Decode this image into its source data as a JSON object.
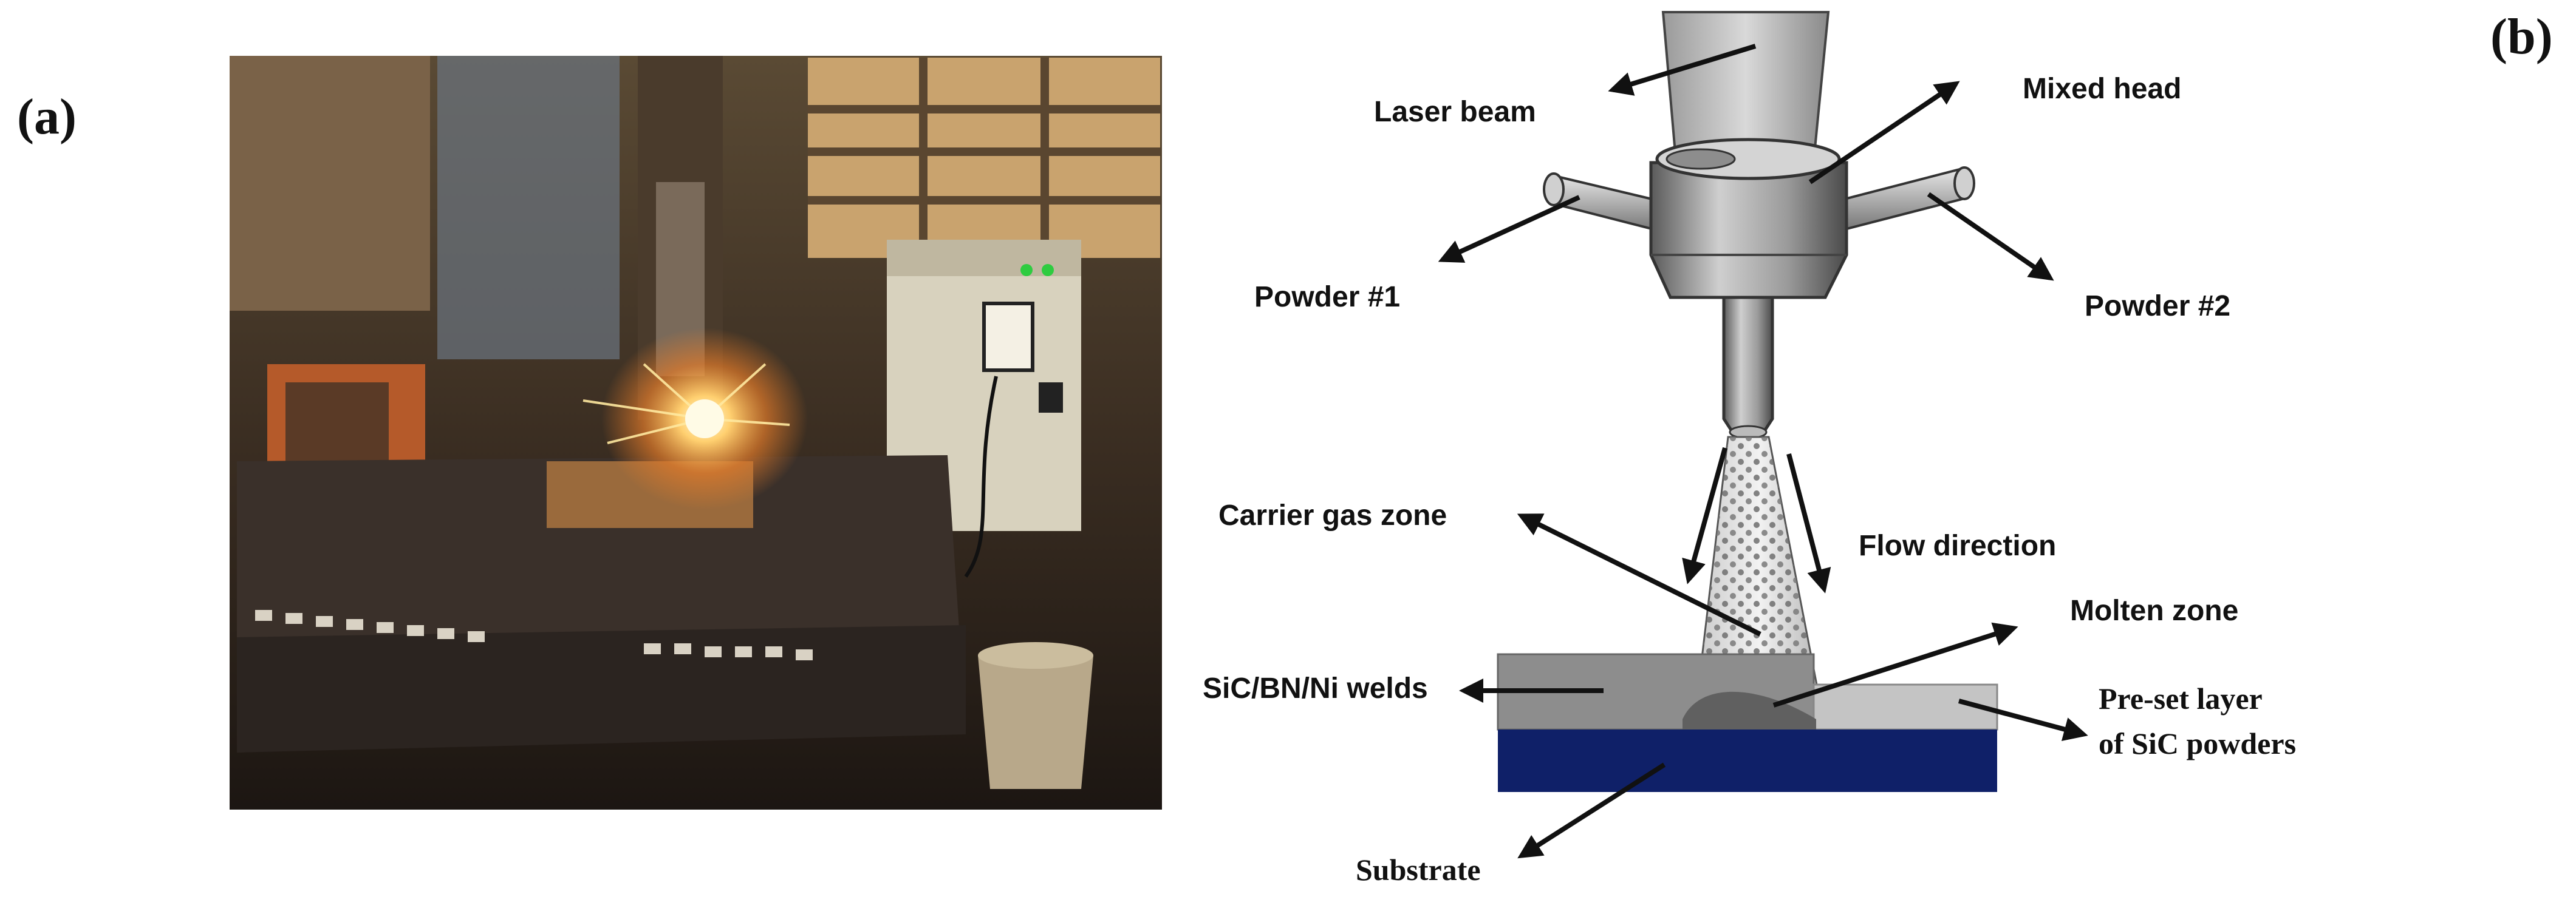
{
  "panels": {
    "a": {
      "label": "(a)"
    },
    "b": {
      "label": "(b)"
    }
  },
  "labels": {
    "laser_beam": "Laser beam",
    "mixed_head": "Mixed head",
    "powder_1": "Powder #1",
    "powder_2": "Powder #2",
    "carrier_gas_zone": "Carrier gas zone",
    "flow_direction": "Flow direction",
    "molten_zone": "Molten zone",
    "welds": "SiC/BN/Ni welds",
    "preset_layer_line1": "Pre-set layer",
    "preset_layer_line2": "of SiC powders",
    "substrate": "Substrate"
  },
  "colors": {
    "substrate": "#0f2068",
    "weld_layer": "#8d8d8d",
    "preset_layer": "#c4c4c4",
    "arrow": "#111111",
    "photo_warm": "#c88844",
    "photo_spark": "#fff2b0"
  }
}
